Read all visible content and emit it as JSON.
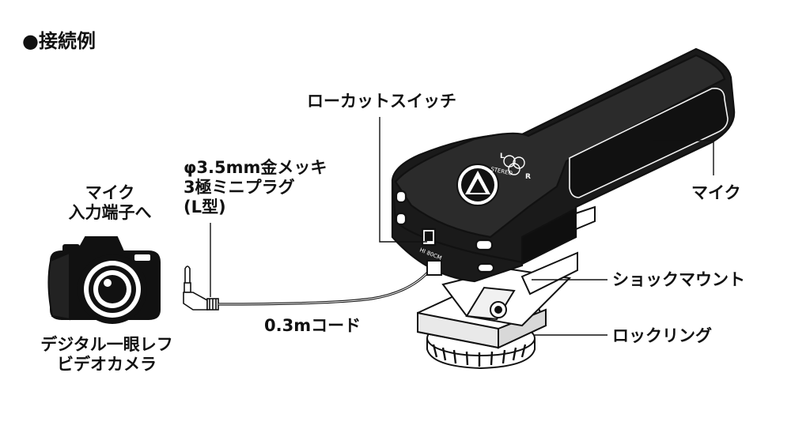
{
  "title": "●接続例",
  "labels": {
    "mic_input": [
      "マイク",
      "入力端子へ"
    ],
    "camera": [
      "デジタル一眼レフ",
      "ビデオカメラ"
    ],
    "plug": [
      "φ3.5mm金メッキ",
      "3極ミニプラグ",
      "(L型)"
    ],
    "cord": "0.3mコード",
    "lowcut": "ローカットスイッチ",
    "mic": "マイク",
    "shock_mount": "ショックマウント",
    "locking_ring": "ロックリング"
  },
  "device_marks": {
    "stereo": "STEREO",
    "left": "L",
    "right": "R",
    "switch_text": "HI 80CM"
  }
}
